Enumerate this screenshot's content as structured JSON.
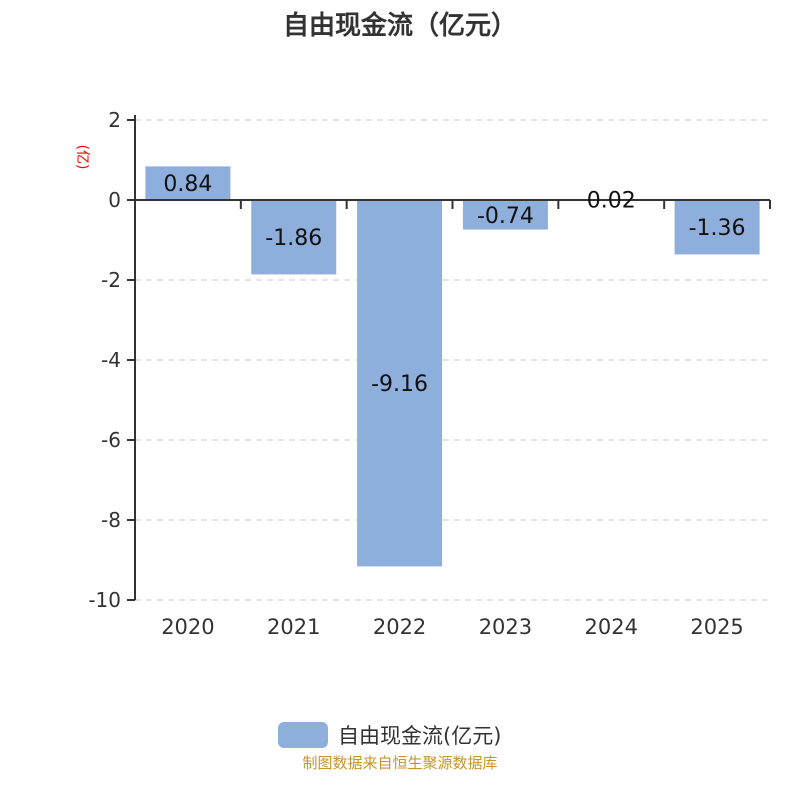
{
  "chart_data": {
    "type": "bar",
    "title": "自由现金流（亿元）",
    "ylabel": "(亿)",
    "xlabel": "",
    "categories": [
      "2020",
      "2021",
      "2022",
      "2023",
      "2024",
      "2025"
    ],
    "series": [
      {
        "name": "自由现金流(亿元)",
        "values": [
          0.84,
          -1.86,
          -9.16,
          -0.74,
          0.02,
          -1.36
        ]
      }
    ],
    "data_labels": [
      "0.84",
      "-1.86",
      "-9.16",
      "-0.74",
      "0.02",
      "-1.36"
    ],
    "ylim": [
      -10,
      2
    ],
    "yticks": [
      2,
      0,
      -2,
      -4,
      -6,
      -8,
      -10
    ],
    "ytick_labels": [
      "2",
      "0",
      "-2",
      "-4",
      "-6",
      "-8",
      "-10"
    ],
    "grid": true,
    "legend": "bottom-center",
    "colors": {
      "bar": "#8eaedb",
      "ylabel": "#ff0000",
      "footer": "#c8932a"
    }
  },
  "footer": "制图数据来自恒生聚源数据库"
}
